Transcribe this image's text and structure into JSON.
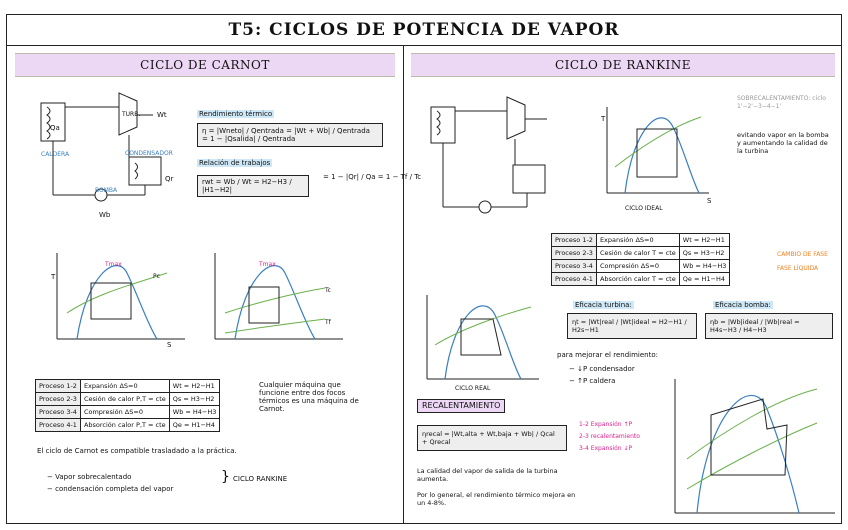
{
  "title": "T5: CICLOS DE POTENCIA DE VAPOR",
  "carnot": {
    "header": "CICLO DE CARNOT",
    "rendimiento_title": "Rendimiento térmico",
    "rendimiento_formula": "η = |Wneto| / Qentrada = |Wt + Wb| / Qentrada = 1 − |Qsalida| / Qentrada",
    "rendimiento_tail": "= 1 − |Qr| / Qa = 1 − Tf / Tc",
    "trabajos_title": "Relación de trabajos",
    "trabajos_formula": "rwt = Wb / Wt = H2−H3 / |H1−H2|",
    "labels": {
      "qa": "Qa",
      "qr": "Qr",
      "wt": "Wt",
      "wb": "Wb",
      "caldera": "CALDERA",
      "turbina": "TURB.",
      "condensador": "CONDENSADOR",
      "bomba": "BOMBA",
      "tmax": "Tmax",
      "tc": "Tc",
      "tf": "Tf",
      "pc": "Pc",
      "axis_t": "T",
      "axis_s": "S"
    },
    "table": [
      [
        "Proceso 1-2",
        "Expansión ΔS=0",
        "Wt = H2−H1"
      ],
      [
        "Proceso 2-3",
        "Cesión de calor P,T = cte",
        "Qs = H3−H2"
      ],
      [
        "Proceso 3-4",
        "Compresión ΔS=0",
        "Wb = H4−H3"
      ],
      [
        "Proceso 4-1",
        "Absorción calor P,T = cte",
        "Qe = H1−H4"
      ]
    ],
    "note": "Cualquier máquina que funcione entre dos focos térmicos es una máquina de Carnot.",
    "bullets": [
      "El ciclo de Carnot es compatible trasladado a la práctica.",
      "− Vapor sobrecalentado",
      "− condensación completa del vapor"
    ],
    "rankine_ref": "CICLO RANKINE"
  },
  "rankine": {
    "header": "CICLO DE RANKINE",
    "sobrecalentamiento": "SOBRECALENTAMIENTO: ciclo 1'−2'−3−4−1'",
    "evitando": "evitando vapor en la bomba y aumentando la calidad de la turbina",
    "ideal_label": "CICLO IDEAL",
    "real_label": "CICLO REAL",
    "table": [
      [
        "Proceso 1-2",
        "Expansión ΔS=0",
        "Wt = H2−H1"
      ],
      [
        "Proceso 2-3",
        "Cesión de calor T = cte",
        "Qs = H3−H2"
      ],
      [
        "Proceso 3-4",
        "Compresión ΔS=0",
        "Wb = H4−H3"
      ],
      [
        "Proceso 4-1",
        "Absorción calor T = cte",
        "Qe = H1−H4"
      ]
    ],
    "cambio_fase": "CAMBIO DE FASE",
    "fase_liquida": "FASE LÍQUIDA",
    "ef_turbina_title": "Eficacia turbina:",
    "ef_turbina": "ηt = |Wt|real / |Wt|ideal = H2−H1 / H2s−H1",
    "ef_bomba_title": "Eficacia bomba:",
    "ef_bomba": "ηb = |Wb|ideal / |Wb|real = H4s−H3 / H4−H3",
    "mejorar_title": "para mejorar el rendimiento:",
    "mejorar": [
      "− ↓P condensador",
      "− ↑P caldera"
    ],
    "recal_header": "RECALENTAMIENTO",
    "recal_formula": "ηrecal = |Wt,alta + Wt,baja + Wb| / Qcal + Qrecal",
    "recal_steps": [
      "1-2 Expansión ↑P",
      "2-3 recalentamiento",
      "3-4 Expansión ↓P"
    ],
    "calidad": "La calidad del vapor de salida de la turbina aumenta.",
    "general": "Por lo general, el rendimiento térmico mejora en un 4-8%."
  }
}
